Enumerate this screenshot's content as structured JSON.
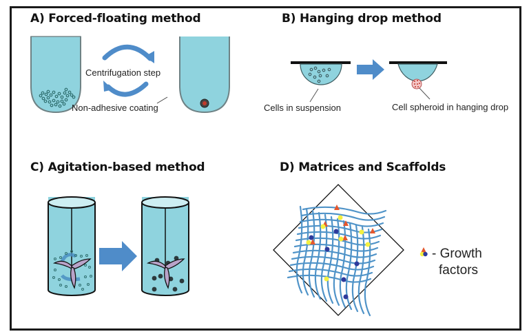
{
  "colors": {
    "medium": "#8fd3de",
    "medium_light": "#cdeef2",
    "arrow": "#4f8cc9",
    "fiber": "#4f93c8",
    "cell_outline": "#2f6f6f",
    "spheroid_red": "#c0392b",
    "impeller": "#b9a3c9",
    "factor_red": "#e4572e",
    "factor_yellow": "#f4f040",
    "factor_blue": "#2e3a9c",
    "frame": "#1a1a1a"
  },
  "panels": {
    "a": {
      "title": "A) Forced-floating method",
      "step_label": "Centrifugation step",
      "coating_label": "Non-adhesive coating"
    },
    "b": {
      "title": "B) Hanging drop method",
      "suspension_label": "Cells in suspension",
      "spheroid_label": "Cell spheroid in hanging drop"
    },
    "c": {
      "title": "C) Agitation-based method"
    },
    "d": {
      "title": "D) Matrices and Scaffolds",
      "legend_line1": "- Growth",
      "legend_line2": "factors"
    }
  }
}
